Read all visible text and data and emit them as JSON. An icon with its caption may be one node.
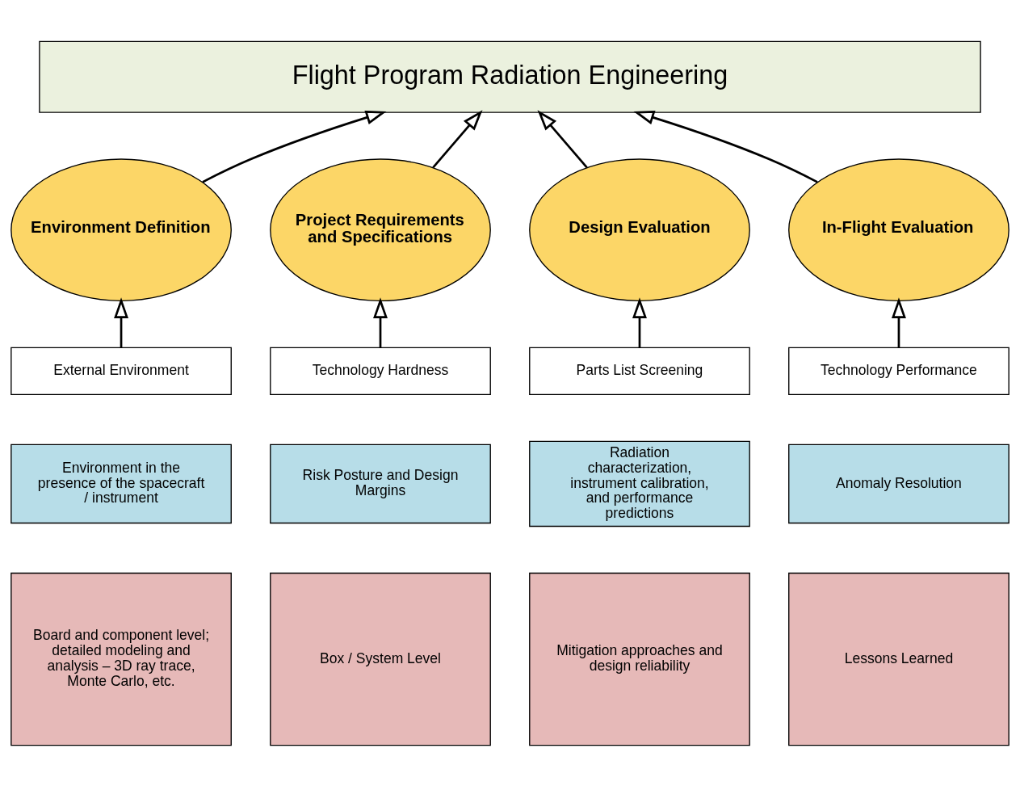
{
  "diagram": {
    "nodes": [
      {
        "text": [
          "Flight Program Radiation Engineering"
        ]
      },
      {
        "text": [
          "Environment Definition"
        ]
      },
      {
        "text": [
          "Project Requirements and Specifications"
        ]
      },
      {
        "text": [
          "Design Evaluation"
        ]
      },
      {
        "text": [
          "In-Flight Evaluation"
        ]
      },
      {
        "text": [
          "External Environment"
        ]
      },
      {
        "text": [
          "Environment in the presence of the spacecraft / instrument"
        ]
      },
      {
        "text": [
          "Board and component level; detailed modeling and analysis – 3D ray trace, Monte Carlo, etc."
        ]
      },
      {
        "text": [
          "Technology Hardness"
        ]
      },
      {
        "text": [
          "Risk Posture and Design Margins"
        ]
      },
      {
        "text": [
          "Box / System Level"
        ]
      },
      {
        "text": [
          "Parts List Screening"
        ]
      },
      {
        "text": [
          "Radiation characterization, instrument calibration, and performance predictions"
        ]
      },
      {
        "text": [
          "Mitigation approaches and design reliability"
        ]
      },
      {
        "text": [
          "Technology Performance"
        ]
      },
      {
        "text": [
          "Anomaly Resolution"
        ]
      },
      {
        "text": [
          "Lessons Learned"
        ]
      }
    ],
    "edges": [
      {
        "from": 1,
        "to": 0,
        "arrow": "to"
      },
      {
        "from": 2,
        "to": 0,
        "arrow": "to"
      },
      {
        "from": 3,
        "to": 0,
        "arrow": "to"
      },
      {
        "from": 4,
        "to": 0,
        "arrow": "to"
      },
      {
        "from": 5,
        "to": 1,
        "arrow": "to"
      },
      {
        "from": 8,
        "to": 2,
        "arrow": "to"
      },
      {
        "from": 11,
        "to": 3,
        "arrow": "to"
      },
      {
        "from": 14,
        "to": 4,
        "arrow": "to"
      }
    ]
  }
}
